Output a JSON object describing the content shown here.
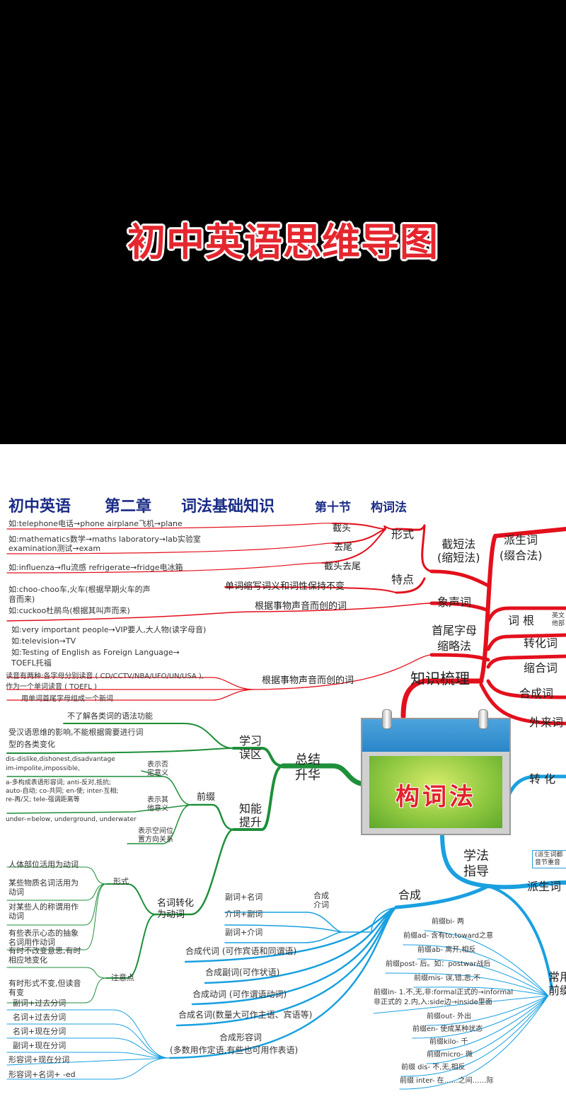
{
  "video_title": "初中英语思维导图",
  "colors": {
    "red_branch": "#e3101c",
    "green_branch": "#1e8f3a",
    "blue_branch": "#1aa0e0",
    "header_text": "#1b2c86",
    "title_red": "#e5262e"
  },
  "header": {
    "course": "初中英语",
    "chapter": "第二章",
    "topic": "词法基础知识",
    "section": "第十节",
    "section_title": "构词法"
  },
  "center": {
    "label": "构词法",
    "icon": "calendar-icon"
  },
  "knowledge": {
    "root": "知识梳理",
    "clipping": {
      "label": "截短法\n(缩短法)",
      "form": "形式",
      "feature": "特点",
      "head": "截头",
      "tail": "去尾",
      "both": "截头去尾",
      "ex_head": "如:telephone电话→phone  airplane飞机→plane",
      "ex_tail_1": "如:mathematics数学→maths   laboratory→lab实验室",
      "ex_tail_2": "examination测试→exam",
      "ex_both": "如:influenza→flu流感 refrigerate→fridge电冰箱",
      "feature_text": "单词缩写词义和词性保持不变"
    },
    "onomatopoeia": {
      "label": "象声词",
      "desc": "根据事物声音而创的词",
      "ex_1": "如:choo-choo车,火车(根据早期火车的声",
      "ex_2": "音而来)",
      "ex_3": "如:cuckoo杜鹃鸟(根据其叫声而来)"
    },
    "acronym": {
      "label_1": "首尾字母",
      "label_2": "缩略法",
      "ex_1": "如:very important people→VIP要人,大人物(读字母音)",
      "ex_2": "如:television→TV",
      "ex_3": "如:Testing of English as Foreign Language→",
      "ex_4": "TOEFL托福",
      "desc": "根据事物声音而创的词",
      "read_1": "读音有两种:各字母分别读音 ( CD/CCTV/NBA/UFO/UN/USA ),",
      "read_2": "作为一个单词读音 ( TOEFL )",
      "form": "用单词首尾字母组成一个新词"
    },
    "derivation": {
      "label_1": "派生词",
      "label_2": "(缀合法)"
    },
    "root_word": {
      "label": "词  根",
      "note_1": "英文",
      "note_2": "他部"
    },
    "conversion": "转化词",
    "blending": "缩合词",
    "compound": "合成词",
    "loanword": "外来词"
  },
  "summary": {
    "root": "总结\n升华",
    "mistakes": {
      "label": "学习\n误区",
      "item_1": "不了解各类词的语法功能",
      "item_2_1": "受汉语思维的影响,不能根据需要进行词",
      "item_2_2": "型的各类变化"
    },
    "improve": {
      "label": "知能\n提升",
      "prefix": {
        "label": "前缀",
        "negative": "表示否\n定意义",
        "neg_ex_1": "dis-dislike,dishonest,disadvantage",
        "neg_ex_2": "im-impolite,impossible,",
        "other": "表示其\n他意义",
        "other_ex_1": "a-多构成表语形容词; anti-反对,抵抗;",
        "other_ex_2": "auto-自动; co-共同; en-使; inter-互相;",
        "other_ex_3": "re-再/又; tele-强调距离等",
        "spatial": "表示空间位\n置方向关系",
        "spatial_ex": "under-=below, underground, underwater"
      },
      "noun_to_verb": {
        "label": "名词转化\n为动词",
        "form": "形式",
        "form_1": "人体部位活用为动词",
        "form_2": "某些物质名词活用为\n动词",
        "form_3": "对某些人的称谓用作\n动词",
        "form_4": "有些表示心态的抽象\n名词用作动词",
        "notes": "注意点",
        "note_1": "有时不改变意思,有时\n相应地变化",
        "note_2": "有时形式不变,但读音\n有变"
      }
    }
  },
  "method": {
    "root": "学法\n指导",
    "conversion": "转  化",
    "derivation": "派生词",
    "derivation_note": "(派生词都\n音节重音",
    "compound": {
      "label": "合成",
      "prep": "合成\n介词",
      "prep_1": "副词+名词",
      "prep_2": "介词+副词",
      "prep_3": "副词+介词",
      "pronoun": "合成代词 (可作宾语和同谓语)",
      "adverb": "合成副词(可作状语)",
      "verb": "合成动词 (可作谓语动词)",
      "noun": "合成名词(数量大可作主语、宾语等)",
      "adj_1": "合成形容词",
      "adj_2": "(多数用作定语,有些也可用作表语)",
      "adj_items": [
        "副词+过去分词",
        "名词+过去分词",
        "名词+现在分词",
        "副词+现在分词",
        "形容词+现在分词",
        "形容词+名词+ -ed"
      ]
    },
    "prefixes": {
      "label": "常用\n前缀",
      "items": [
        "前缀bi- 两",
        "前缀ad- 含有to,toward之意",
        "前缀ab- 离开,相反",
        "前缀post- 后。如：postwar战后",
        "前缀mis- 误,错,恶,不",
        "前缀in- 1.不,无,非:formal正式的→informal",
        "非正式的 2.内,入:side边→inside里面",
        "前缀out- 外出",
        "前缀en- 使成某种状态",
        "前缀kilo- 千",
        "前缀micro- 微",
        "前缀 dis- 不,无,相反",
        "前缀 inter- 在……之间……际"
      ]
    }
  }
}
